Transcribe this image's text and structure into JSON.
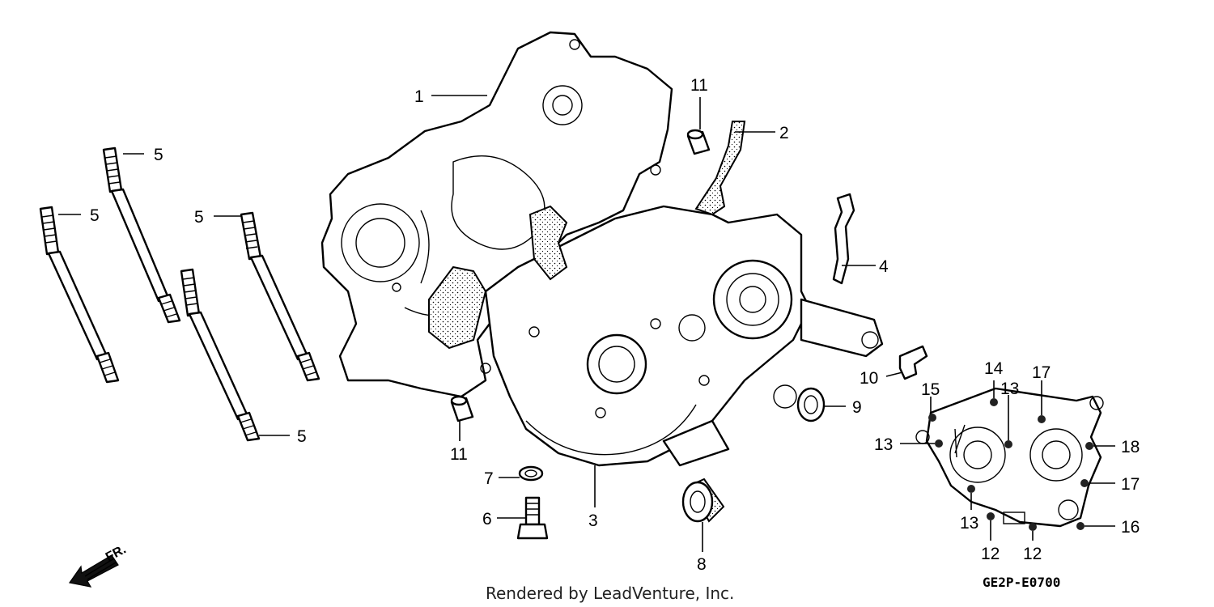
{
  "callouts": [
    {
      "id": "c1",
      "text": "1"
    },
    {
      "id": "c2",
      "text": "2"
    },
    {
      "id": "c3",
      "text": "3"
    },
    {
      "id": "c4",
      "text": "4"
    },
    {
      "id": "c5a",
      "text": "5"
    },
    {
      "id": "c5b",
      "text": "5"
    },
    {
      "id": "c5c",
      "text": "5"
    },
    {
      "id": "c5d",
      "text": "5"
    },
    {
      "id": "c6",
      "text": "6"
    },
    {
      "id": "c7",
      "text": "7"
    },
    {
      "id": "c8",
      "text": "8"
    },
    {
      "id": "c9",
      "text": "9"
    },
    {
      "id": "c10",
      "text": "10"
    },
    {
      "id": "c11a",
      "text": "11"
    },
    {
      "id": "c11b",
      "text": "11"
    },
    {
      "id": "c12a",
      "text": "12"
    },
    {
      "id": "c12b",
      "text": "12"
    },
    {
      "id": "c13a",
      "text": "13"
    },
    {
      "id": "c13b",
      "text": "13"
    },
    {
      "id": "c13c",
      "text": "13"
    },
    {
      "id": "c14",
      "text": "14"
    },
    {
      "id": "c15",
      "text": "15"
    },
    {
      "id": "c16",
      "text": "16"
    },
    {
      "id": "c17a",
      "text": "17"
    },
    {
      "id": "c17b",
      "text": "17"
    },
    {
      "id": "c18",
      "text": "18"
    }
  ],
  "direction_label": "FR.",
  "credit": "Rendered by LeadVenture, Inc.",
  "diagram_code": "GE2P-E0700"
}
